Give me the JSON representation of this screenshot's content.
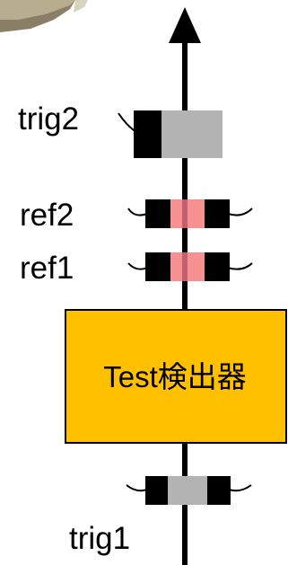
{
  "labels": {
    "trig2": "trig2",
    "ref2": "ref2",
    "ref1": "ref1",
    "trig1": "trig1"
  },
  "detector_box": {
    "label": "Test検出器"
  },
  "colors": {
    "beam": "#000000",
    "detector_fill": "#ffc000",
    "detector_border": "#000000",
    "trigger_fill": "#b3b3b3",
    "reference_fill": "#f79090",
    "reference_overlap": "#c06070",
    "photo_corner": "#8a7f66"
  }
}
